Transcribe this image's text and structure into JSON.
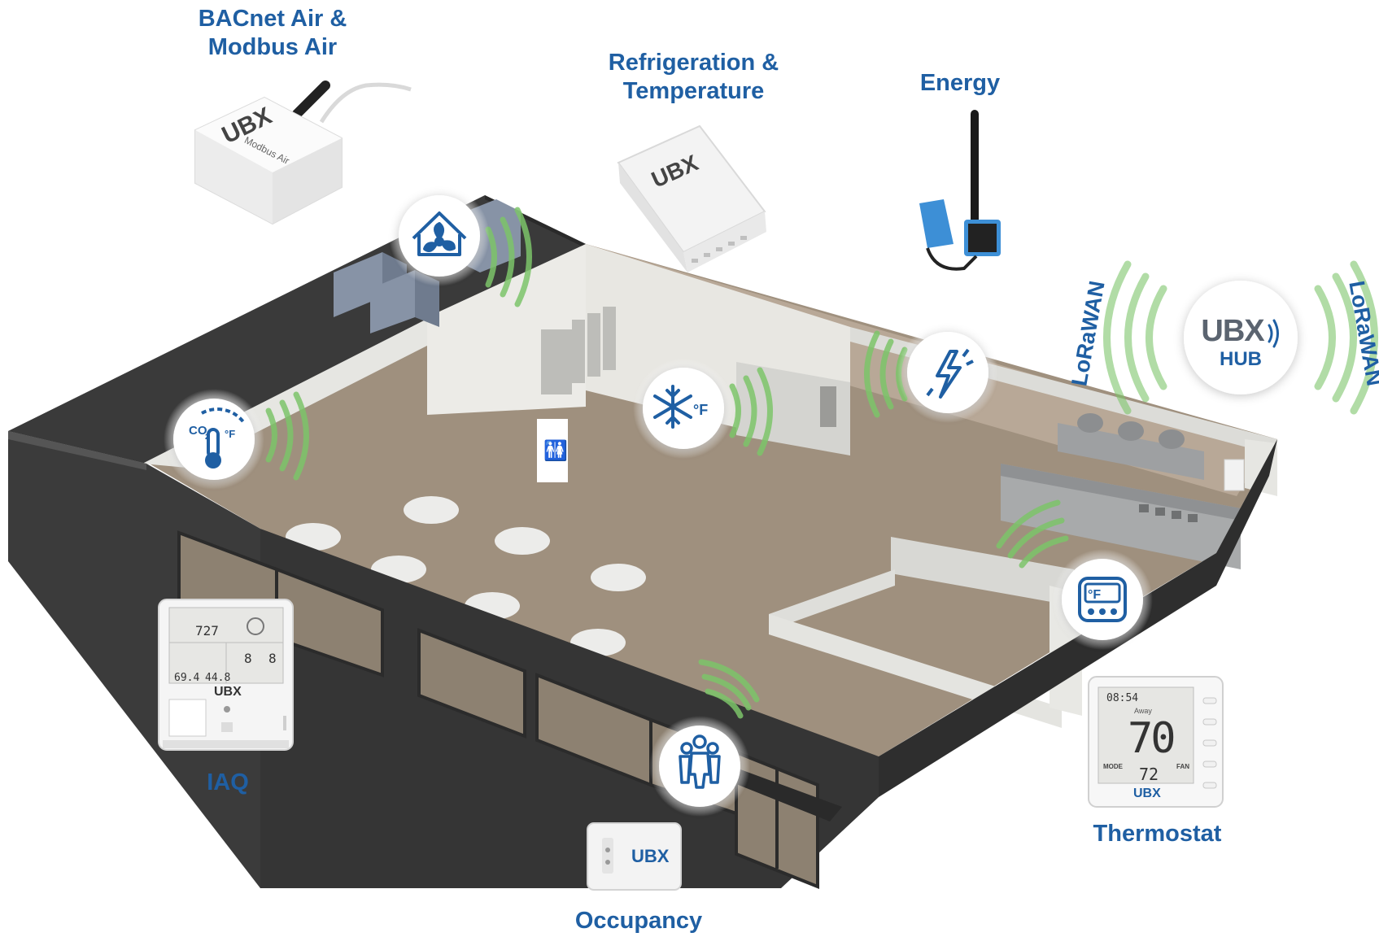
{
  "labels": {
    "bacnet": [
      "BACnet Air &",
      "Modbus Air"
    ],
    "refrigeration": [
      "Refrigeration &",
      "Temperature"
    ],
    "energy": "Energy",
    "iaq": "IAQ",
    "occupancy": "Occupancy",
    "thermostat": "Thermostat",
    "lorawan_left": "LoRaWAN",
    "lorawan_right": "LoRaWAN"
  },
  "hub": {
    "brand": "UBX",
    "sub": "HUB"
  },
  "devices": {
    "modbus_brand": "UBX",
    "modbus_model": "Modbus Air",
    "refrig_brand": "UBX",
    "iaq_brand": "UBX",
    "iaq_co2": "727",
    "iaq_temp": "69.4",
    "iaq_humidity": "44.8",
    "iaq_pm25": "8",
    "iaq_pm10": "8",
    "occupancy_brand": "UBX",
    "thermostat_brand": "UBX",
    "thermostat_time": "08:54",
    "thermostat_status": "Away",
    "thermostat_setpoint": "70",
    "thermostat_current": "72",
    "thermostat_mode_label": "MODE",
    "thermostat_fan_label": "FAN"
  },
  "icons": {
    "hvac": "house-fan-icon",
    "iaq": "co2-thermometer-icon",
    "refrigeration": "snowflake-icon",
    "energy": "lightning-icon",
    "thermostat": "thermostat-icon",
    "occupancy": "people-icon"
  },
  "colors": {
    "brand_blue": "#1f5fa3",
    "signal_green": "#7cc46a",
    "floor": "#9d8e7d",
    "walls": "#333333"
  }
}
